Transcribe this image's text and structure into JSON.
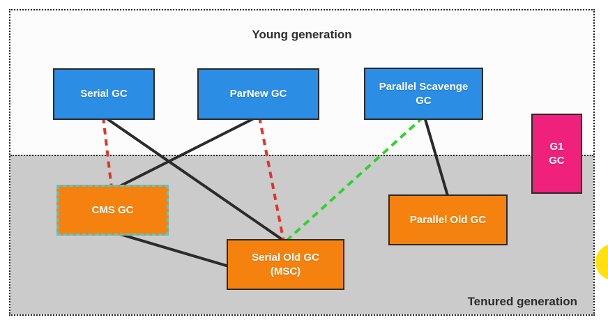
{
  "diagram": {
    "title_young": "Young generation",
    "title_tenured": "Tenured generation",
    "nodes": [
      {
        "id": "serial-gc",
        "label": "Serial GC",
        "generation": "young",
        "color": "#2c8de4"
      },
      {
        "id": "parnew-gc",
        "label": "ParNew GC",
        "generation": "young",
        "color": "#2c8de4"
      },
      {
        "id": "parallel-scavenge-gc",
        "label": "Parallel Scavenge\nGC",
        "generation": "young",
        "color": "#2c8de4"
      },
      {
        "id": "cms-gc",
        "label": "CMS GC",
        "generation": "tenured",
        "color": "#f5820f",
        "border_style": "dashed-cyan"
      },
      {
        "id": "serial-old-gc-msc",
        "label": "Serial Old GC\n(MSC)",
        "generation": "tenured",
        "color": "#f5820f"
      },
      {
        "id": "parallel-old-gc",
        "label": "Parallel Old GC",
        "generation": "tenured",
        "color": "#f5820f"
      },
      {
        "id": "g1-gc",
        "label": "G1\nGC",
        "generation": "spans-both",
        "color": "#f0217c"
      }
    ],
    "edges": [
      {
        "from": "serial-gc",
        "to": "serial-old-gc-msc",
        "style": "solid",
        "color": "#2b2b2b"
      },
      {
        "from": "parnew-gc",
        "to": "cms-gc",
        "style": "solid",
        "color": "#2b2b2b"
      },
      {
        "from": "parallel-scavenge-gc",
        "to": "parallel-old-gc",
        "style": "solid",
        "color": "#2b2b2b"
      },
      {
        "from": "cms-gc",
        "to": "serial-old-gc-msc",
        "style": "solid",
        "color": "#2b2b2b"
      },
      {
        "from": "serial-gc",
        "to": "cms-gc",
        "style": "dashed",
        "color": "#e53226"
      },
      {
        "from": "parnew-gc",
        "to": "serial-old-gc-msc",
        "style": "dashed",
        "color": "#e53226"
      },
      {
        "from": "parallel-scavenge-gc",
        "to": "serial-old-gc-msc",
        "style": "dashed",
        "color": "#2ed32a"
      }
    ],
    "colors": {
      "young_bg": "#fcfcfc",
      "tenured_bg": "#cbcbcb",
      "frame_border": "#222222",
      "box_border": "#2a2a2a",
      "cms_dash_border": "#41cde4",
      "pointer_dot": "#ffe112"
    }
  }
}
